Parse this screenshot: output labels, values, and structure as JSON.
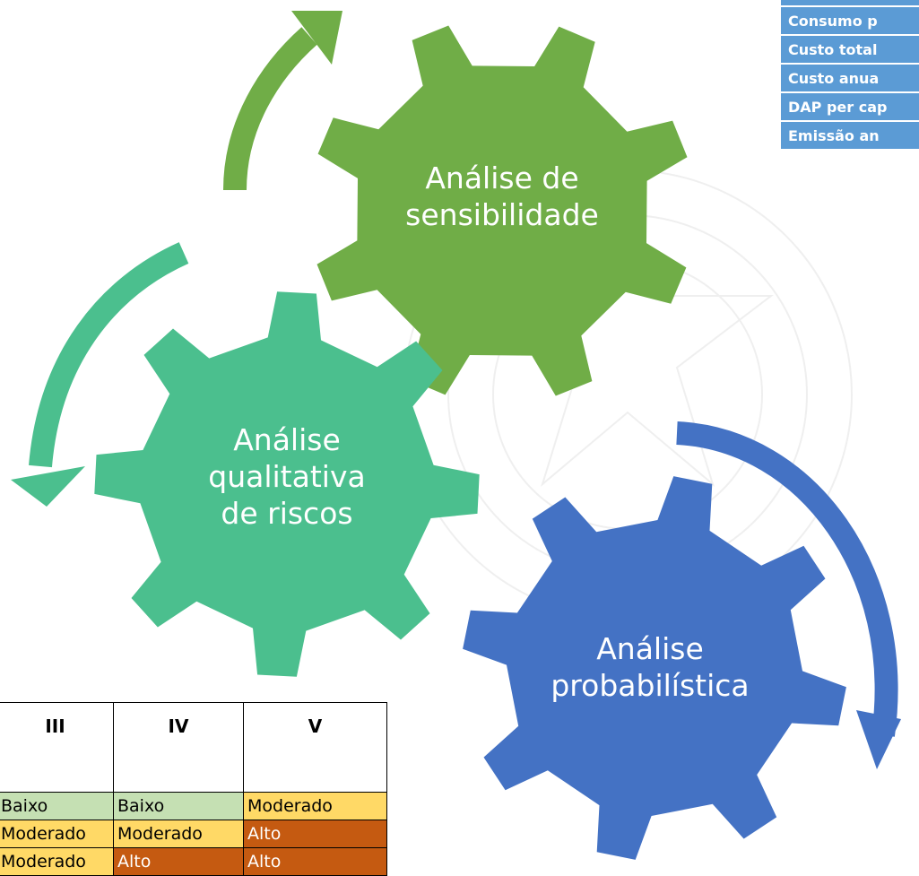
{
  "colors": {
    "sensibilidade": "#70ad47",
    "qualitativa": "#4bbf8e",
    "probabilistica": "#4472c4",
    "table_header": "#5b9bd5",
    "baixo": "#c5e0b3",
    "moderado": "#ffd966",
    "alto": "#c55a11"
  },
  "gears": {
    "sensibilidade": {
      "line1": "Análise de",
      "line2": "sensibilidade"
    },
    "qualitativa": {
      "line1": "Análise",
      "line2": "qualitativa",
      "line3": "de riscos"
    },
    "probabilistica": {
      "line1": "Análise",
      "line2": "probabilística"
    }
  },
  "variables_table": {
    "rows": [
      "Consumo p",
      "Custo total",
      "Custo anua",
      "DAP per cap",
      "Emissão an"
    ]
  },
  "risk_matrix": {
    "headers": [
      "III",
      "IV",
      "V"
    ],
    "rows": [
      [
        "Baixo",
        "Baixo",
        "Moderado"
      ],
      [
        "Moderado",
        "Moderado",
        "Alto"
      ],
      [
        "Moderado",
        "Alto",
        "Alto"
      ]
    ]
  }
}
